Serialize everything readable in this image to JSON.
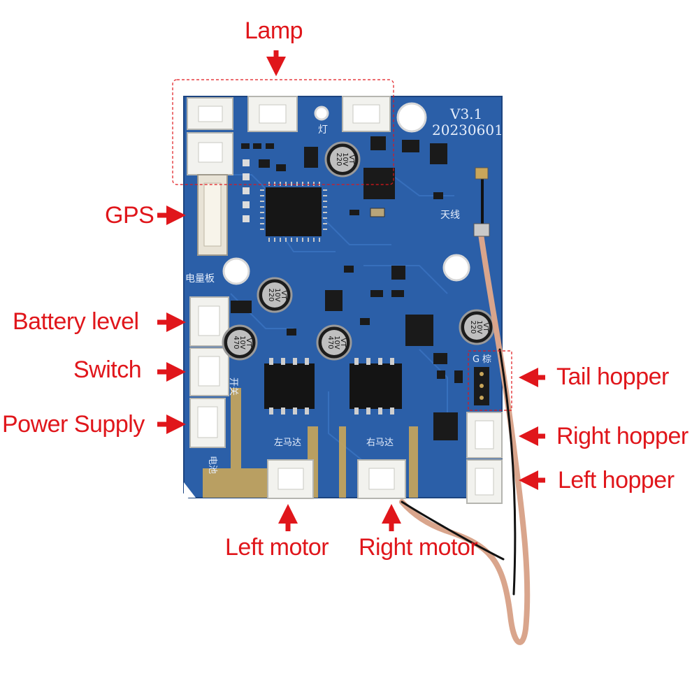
{
  "labels": {
    "lamp": "Lamp",
    "gps": "GPS",
    "battery_level": "Battery level",
    "switch": "Switch",
    "power_supply": "Power Supply",
    "tail_hopper": "Tail hopper",
    "right_hopper": "Right hopper",
    "left_hopper": "Left hopper",
    "left_motor": "Left motor",
    "right_motor": "Right motor"
  },
  "board": {
    "version": "V3.1",
    "date": "20230601",
    "silk_lamp": "灯",
    "silk_antenna": "天线",
    "silk_battery_board": "电量板",
    "silk_switch": "开关",
    "silk_battery": "电池",
    "silk_left_motor": "左马达",
    "silk_right_motor": "右马达",
    "silk_g": "G",
    "silk_tail": "棕"
  },
  "capacitors": [
    {
      "value": "220",
      "voltage": "10V",
      "brand": "VT"
    },
    {
      "value": "220",
      "voltage": "10V",
      "brand": "VT"
    },
    {
      "value": "470",
      "voltage": "10V",
      "brand": "VT"
    },
    {
      "value": "470",
      "voltage": "10V",
      "brand": "VT"
    },
    {
      "value": "220",
      "voltage": "10V",
      "brand": "VT"
    }
  ],
  "colors": {
    "label": "#e0161b",
    "pcb": "#2b5fa8",
    "pcb_dark": "#1f4a8a",
    "copper": "#c9a65a",
    "connector": "#f2f2ee",
    "cable": "#d9a58c"
  }
}
